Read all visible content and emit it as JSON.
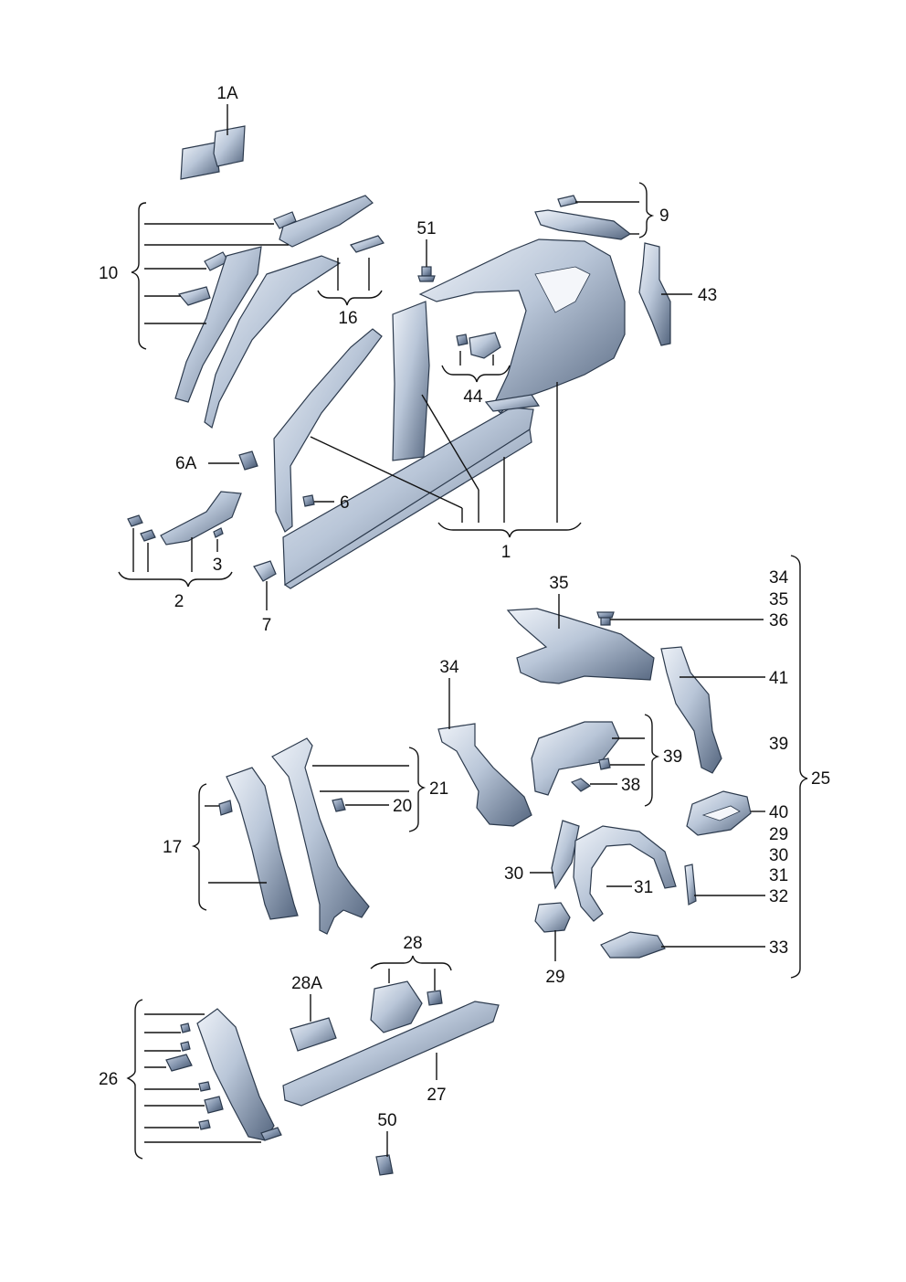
{
  "labels": {
    "p1A": "1A",
    "p9": "9",
    "p10": "10",
    "p51": "51",
    "p43": "43",
    "p16": "16",
    "p44": "44",
    "p6A": "6A",
    "p6": "6",
    "p3": "3",
    "p2": "2",
    "p1": "1",
    "p7": "7",
    "p35": "35",
    "p34": "34",
    "r34": "34",
    "r35": "35",
    "r36": "36",
    "r41": "41",
    "r39": "39",
    "p39": "39",
    "p38": "38",
    "p25": "25",
    "r40": "40",
    "r29": "29",
    "r30": "30",
    "r31": "31",
    "r32": "32",
    "r33": "33",
    "p21": "21",
    "p20": "20",
    "p17": "17",
    "p30": "30",
    "p31": "31",
    "p29": "29",
    "p28": "28",
    "p28A": "28A",
    "p26": "26",
    "p27": "27",
    "p50": "50"
  },
  "colors": {
    "steel_light": "#e9eef6",
    "steel_mid": "#a9b7cb",
    "steel_dark": "#4f607a",
    "line": "#111111"
  }
}
